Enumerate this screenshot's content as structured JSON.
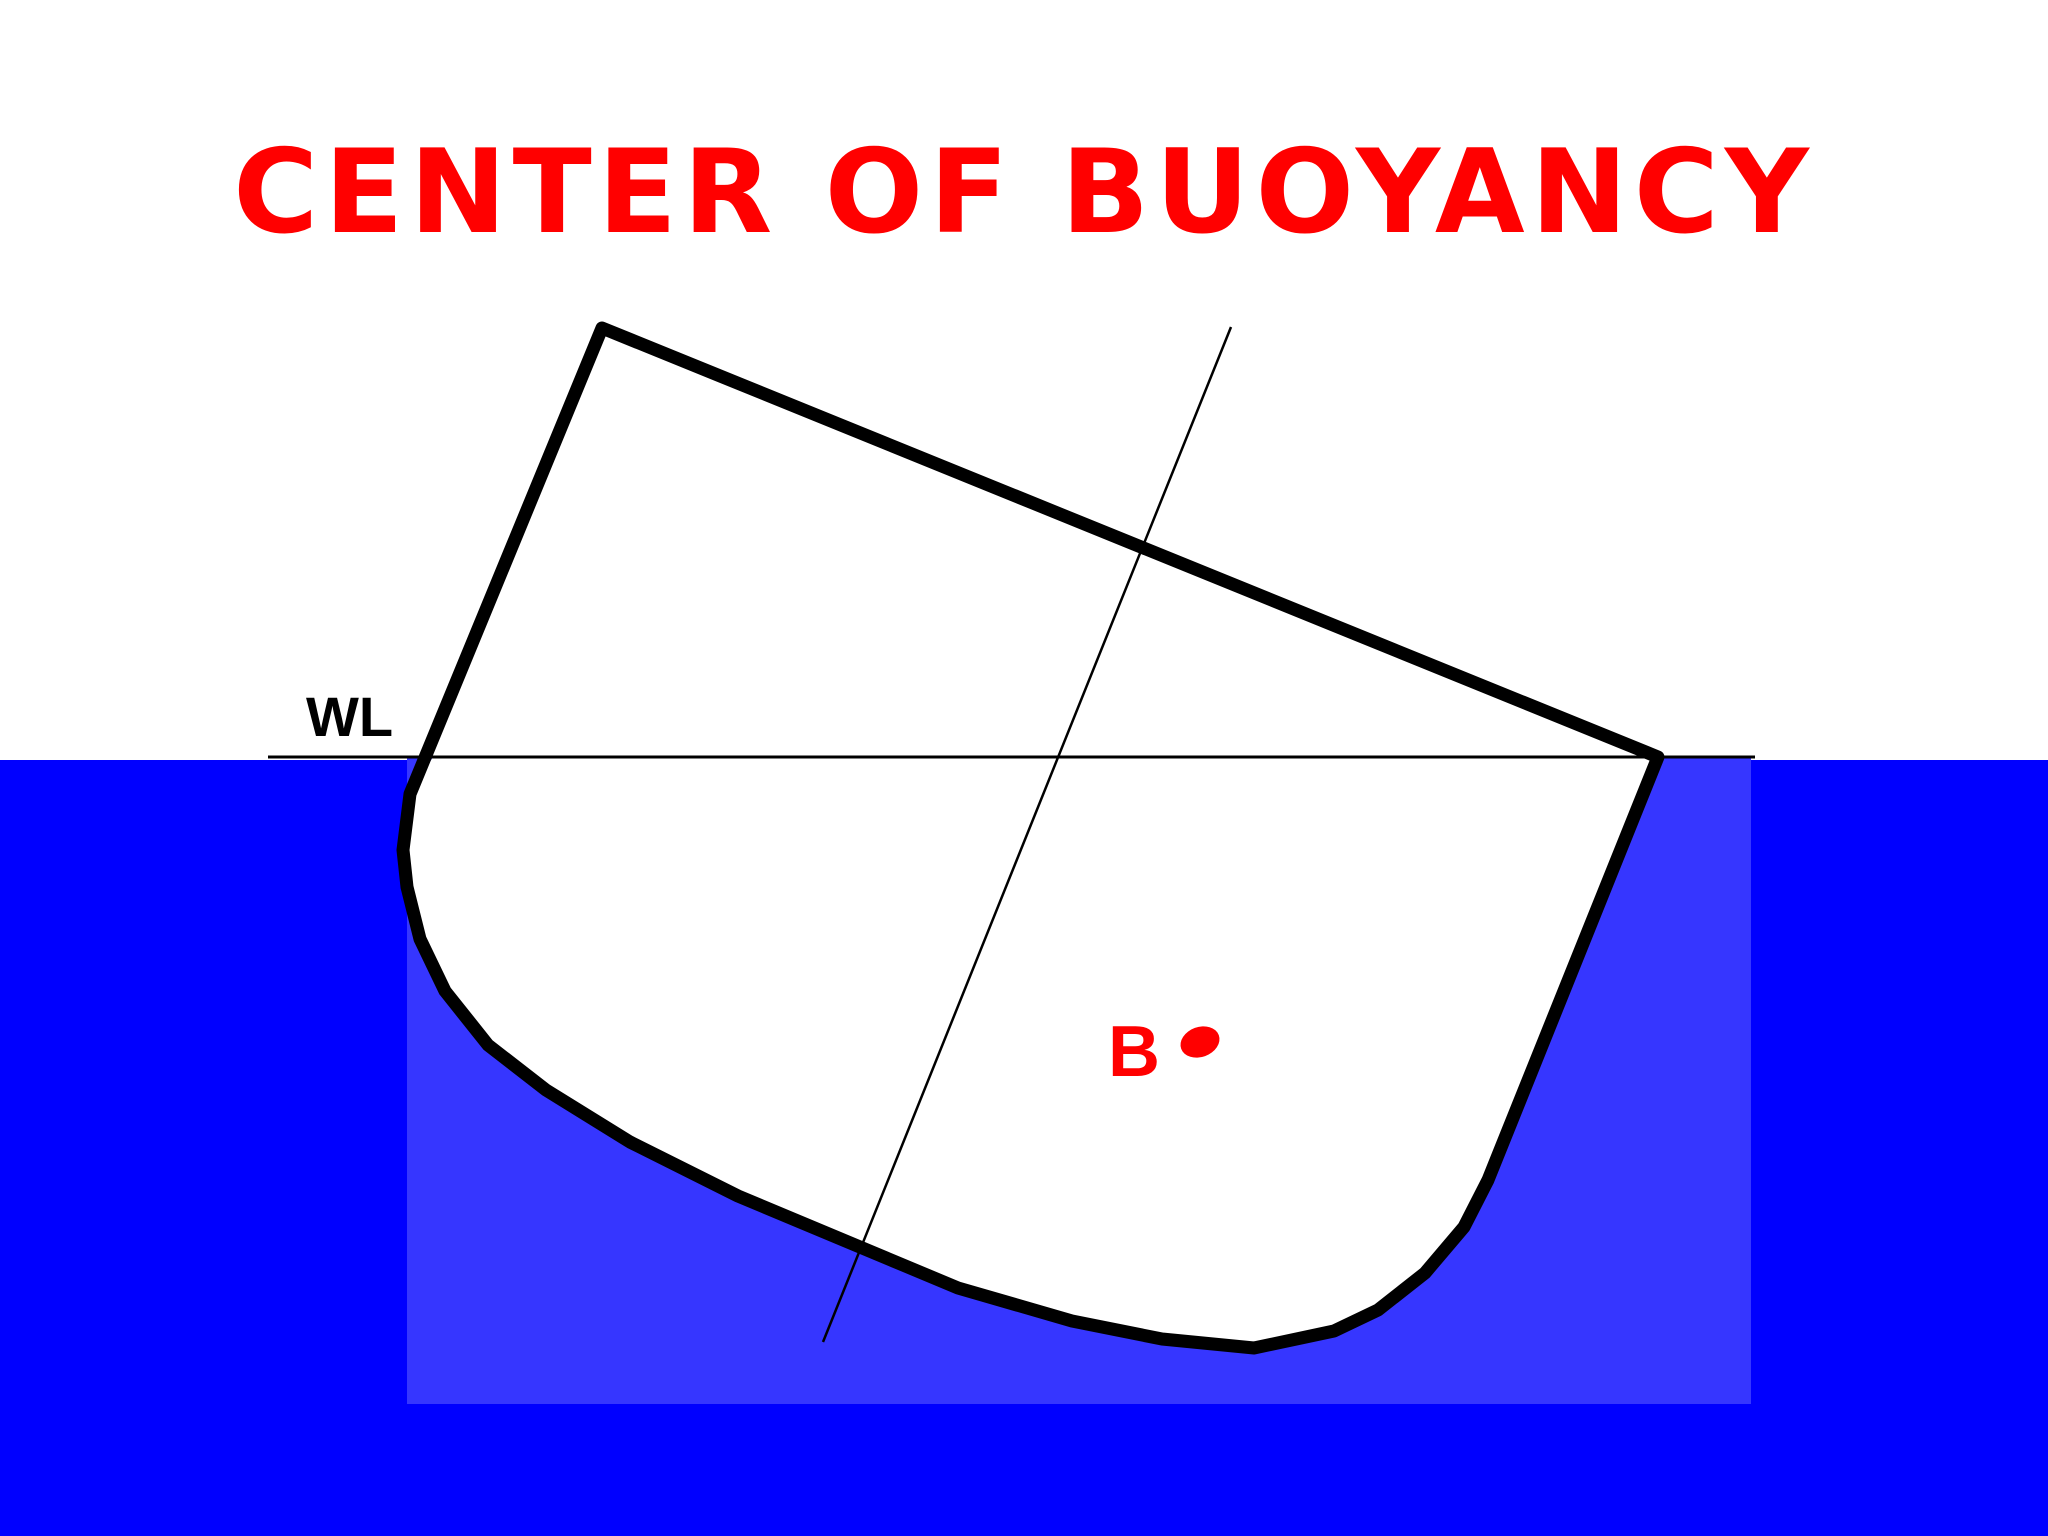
{
  "title": "CENTER OF BUOYANCY",
  "waterline_label": "WL",
  "buoyancy_label": "B",
  "colors": {
    "title": "#ff0000",
    "water": "#0000ff",
    "submerged_region": "#3636ff",
    "hull_outline": "#000000",
    "hull_fill": "#ffffff",
    "label_b": "#ff0000",
    "waterline_label": "#000000"
  }
}
